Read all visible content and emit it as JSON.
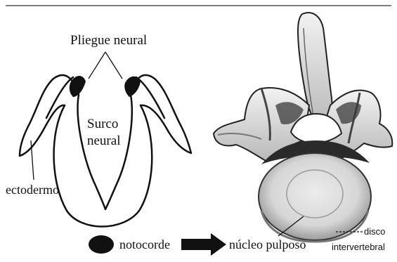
{
  "labels": {
    "pliegue_neural": "Pliegue neural",
    "surco_line1": "Surco",
    "surco_line2": "neural",
    "ectodermo": "ectodermo",
    "notocorde": "notocorde",
    "nucleo_pulposo": "núcleo pulposo",
    "disco_line1": "disco",
    "disco_line2": "intervertebral"
  },
  "colors": {
    "ink": "#111111",
    "bone_light": "#e9e9e9",
    "bone_mid": "#bdbdbd",
    "bone_dark": "#3a3a3a"
  }
}
